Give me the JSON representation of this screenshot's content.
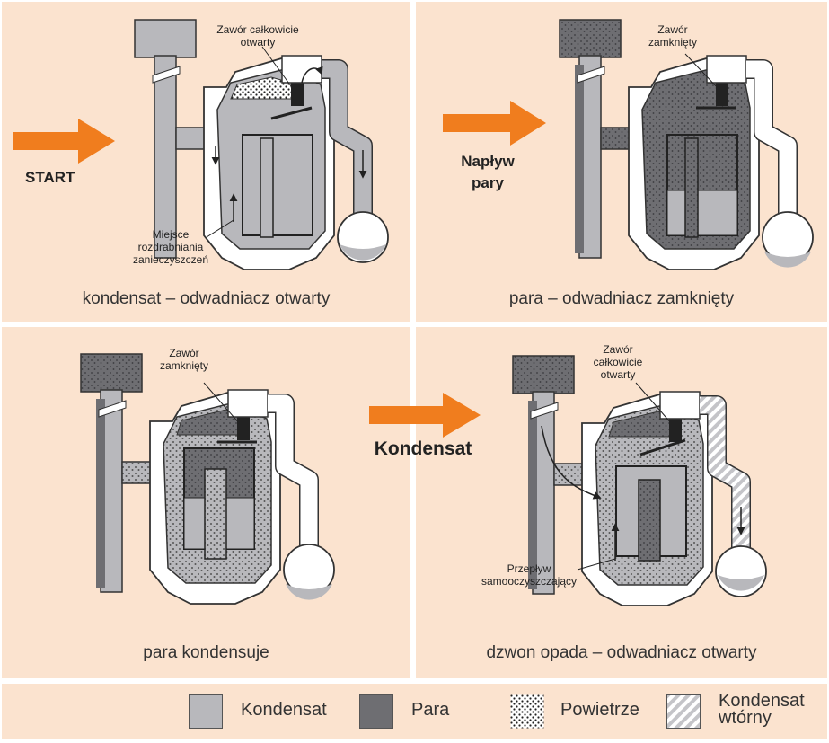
{
  "panels": [
    {
      "caption": "kondensat – odwadniacz otwarty",
      "arrow_label": "START",
      "annotations": [
        "Zawór całkowicie otwarty",
        "Miejsce rozdrabniania zanieczyszczeń"
      ]
    },
    {
      "caption": "para – odwadniacz zamknięty",
      "arrow_label": "Napływ pary",
      "annotations": [
        "Zawór zamknięty"
      ]
    },
    {
      "caption": "para kondensuje",
      "annotations": [
        "Zawór zamknięty"
      ]
    },
    {
      "caption": "dzwon opada – odwadniacz otwarty",
      "arrow_label": "Kondensat",
      "annotations": [
        "Zawór całkowicie otwarty",
        "Przepływ samooczyszczający"
      ]
    }
  ],
  "legend": [
    {
      "label": "Kondensat",
      "fill": "#b8b8bc"
    },
    {
      "label": "Para",
      "fill": "#6e6e72"
    },
    {
      "label": "Powietrze",
      "fill": "dots"
    },
    {
      "label": "Kondensat wtórny",
      "fill": "stripes"
    }
  ],
  "colors": {
    "background": "#fbe3cf",
    "arrow": "#f07d1e",
    "condensate": "#b8b8bc",
    "steam": "#6e6e72"
  }
}
